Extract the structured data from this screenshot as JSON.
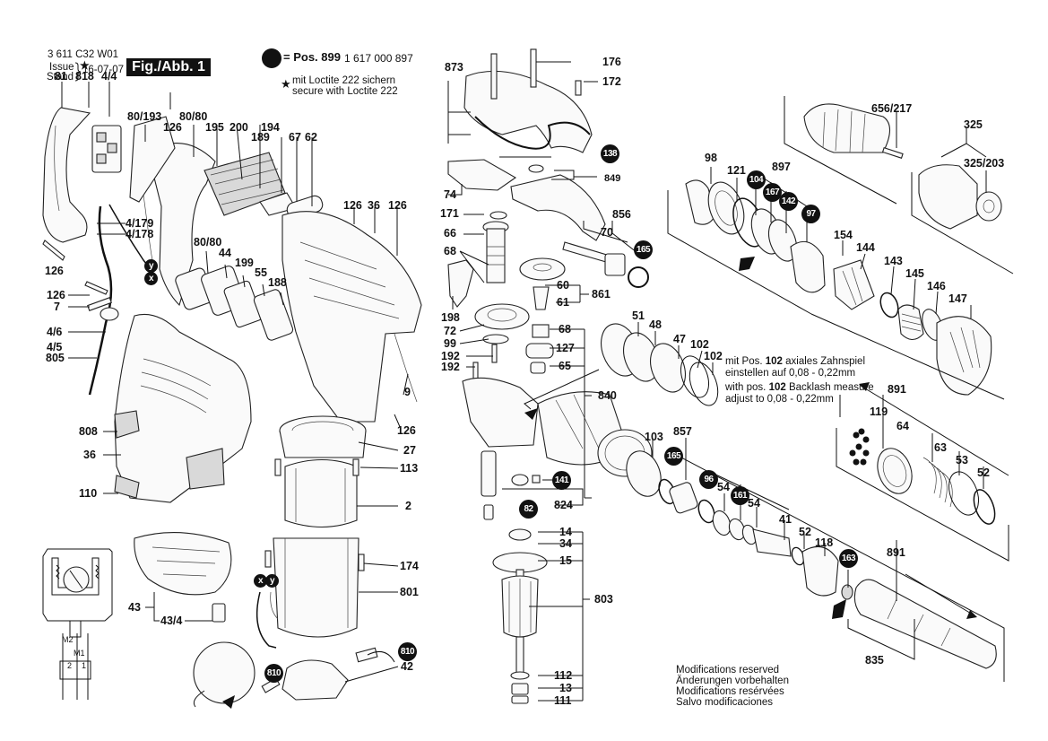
{
  "header": {
    "drawing_number": "3 611 C32 W01",
    "issue_label": "Issue",
    "stand_label": "Stand",
    "issue_date": "16-07-07",
    "figure_label": "Fig./Abb. 1",
    "pos899_symbol": "filled-circle",
    "pos899_label": "= Pos. 899",
    "pos899_partnumber": "1 617 000 897",
    "loctite_symbol": "★",
    "loctite_de": "mit Loctite 222 sichern",
    "loctite_en": "secure with Loctite 222"
  },
  "notes": {
    "backlash_de_prefix": "mit Pos.",
    "backlash_de_pos": "102",
    "backlash_de_suffix": "axiales Zahnspiel",
    "backlash_de_line2": "einstellen auf 0,08 - 0,22mm",
    "backlash_en_prefix": "with pos.",
    "backlash_en_pos": "102",
    "backlash_en_suffix": "Backlash measure",
    "backlash_en_line2": "adjust to 0,08 - 0,22mm",
    "modifications": [
      "Modifications reserved",
      "Änderungen vorbehalten",
      "Modifications resérvées",
      "Salvo modificaciones"
    ]
  },
  "wiring_diagram": {
    "terminal_labels": [
      "M2",
      "M1",
      "2",
      "1"
    ]
  },
  "callouts": [
    {
      "id": "81",
      "text": "81"
    },
    {
      "id": "818",
      "text": "818",
      "starred": true
    },
    {
      "id": "4-4",
      "text": "4/4"
    },
    {
      "id": "80-193",
      "text": "80/193"
    },
    {
      "id": "126a",
      "text": "126"
    },
    {
      "id": "80-80a",
      "text": "80/80"
    },
    {
      "id": "195",
      "text": "195"
    },
    {
      "id": "200",
      "text": "200"
    },
    {
      "id": "194",
      "text": "194"
    },
    {
      "id": "189",
      "text": "189"
    },
    {
      "id": "67",
      "text": "67"
    },
    {
      "id": "62",
      "text": "62"
    },
    {
      "id": "126b",
      "text": "126"
    },
    {
      "id": "36a",
      "text": "36"
    },
    {
      "id": "126c",
      "text": "126"
    },
    {
      "id": "4-179",
      "text": "4/179"
    },
    {
      "id": "4-178",
      "text": "4/178"
    },
    {
      "id": "80-80b",
      "text": "80/80"
    },
    {
      "id": "44",
      "text": "44"
    },
    {
      "id": "199",
      "text": "199"
    },
    {
      "id": "55",
      "text": "55"
    },
    {
      "id": "188",
      "text": "188"
    },
    {
      "id": "126d",
      "text": "126"
    },
    {
      "id": "126e",
      "text": "126"
    },
    {
      "id": "7",
      "text": "7"
    },
    {
      "id": "4-6",
      "text": "4/6"
    },
    {
      "id": "4-5",
      "text": "4/5"
    },
    {
      "id": "805",
      "text": "805"
    },
    {
      "id": "9",
      "text": "9"
    },
    {
      "id": "126f",
      "text": "126"
    },
    {
      "id": "808",
      "text": "808"
    },
    {
      "id": "36b",
      "text": "36"
    },
    {
      "id": "27",
      "text": "27"
    },
    {
      "id": "113",
      "text": "113"
    },
    {
      "id": "110",
      "text": "110"
    },
    {
      "id": "2",
      "text": "2"
    },
    {
      "id": "174",
      "text": "174"
    },
    {
      "id": "801",
      "text": "801"
    },
    {
      "id": "43",
      "text": "43"
    },
    {
      "id": "43-4",
      "text": "43/4"
    },
    {
      "id": "42",
      "text": "42"
    },
    {
      "id": "873",
      "text": "873"
    },
    {
      "id": "176",
      "text": "176"
    },
    {
      "id": "172",
      "text": "172"
    },
    {
      "id": "849",
      "text": "849"
    },
    {
      "id": "74",
      "text": "74"
    },
    {
      "id": "171",
      "text": "171"
    },
    {
      "id": "856",
      "text": "856"
    },
    {
      "id": "66",
      "text": "66"
    },
    {
      "id": "70",
      "text": "70"
    },
    {
      "id": "68a",
      "text": "68"
    },
    {
      "id": "60",
      "text": "60"
    },
    {
      "id": "861",
      "text": "861"
    },
    {
      "id": "61",
      "text": "61"
    },
    {
      "id": "198",
      "text": "198"
    },
    {
      "id": "72",
      "text": "72"
    },
    {
      "id": "68b",
      "text": "68"
    },
    {
      "id": "99",
      "text": "99"
    },
    {
      "id": "127",
      "text": "127"
    },
    {
      "id": "192a",
      "text": "192"
    },
    {
      "id": "192b",
      "text": "192"
    },
    {
      "id": "65",
      "text": "65"
    },
    {
      "id": "840",
      "text": "840"
    },
    {
      "id": "824",
      "text": "824"
    },
    {
      "id": "14",
      "text": "14"
    },
    {
      "id": "34",
      "text": "34"
    },
    {
      "id": "15",
      "text": "15"
    },
    {
      "id": "803",
      "text": "803"
    },
    {
      "id": "112",
      "text": "112"
    },
    {
      "id": "13",
      "text": "13"
    },
    {
      "id": "111",
      "text": "111"
    },
    {
      "id": "656-217",
      "text": "656/217"
    },
    {
      "id": "325",
      "text": "325"
    },
    {
      "id": "325-203",
      "text": "325/203"
    },
    {
      "id": "98",
      "text": "98"
    },
    {
      "id": "121",
      "text": "121"
    },
    {
      "id": "897",
      "text": "897"
    },
    {
      "id": "154",
      "text": "154"
    },
    {
      "id": "144",
      "text": "144"
    },
    {
      "id": "143",
      "text": "143"
    },
    {
      "id": "145",
      "text": "145"
    },
    {
      "id": "146",
      "text": "146"
    },
    {
      "id": "147",
      "text": "147"
    },
    {
      "id": "51",
      "text": "51"
    },
    {
      "id": "48",
      "text": "48"
    },
    {
      "id": "47",
      "text": "47"
    },
    {
      "id": "102a",
      "text": "102"
    },
    {
      "id": "102b",
      "text": "102"
    },
    {
      "id": "891a",
      "text": "891"
    },
    {
      "id": "119",
      "text": "119"
    },
    {
      "id": "64",
      "text": "64"
    },
    {
      "id": "63",
      "text": "63"
    },
    {
      "id": "53",
      "text": "53"
    },
    {
      "id": "52a",
      "text": "52"
    },
    {
      "id": "103",
      "text": "103"
    },
    {
      "id": "857",
      "text": "857"
    },
    {
      "id": "54a",
      "text": "54"
    },
    {
      "id": "54b",
      "text": "54"
    },
    {
      "id": "41",
      "text": "41"
    },
    {
      "id": "52b",
      "text": "52"
    },
    {
      "id": "118",
      "text": "118"
    },
    {
      "id": "891b",
      "text": "891"
    },
    {
      "id": "835",
      "text": "835"
    }
  ],
  "badges": [
    {
      "id": "b138",
      "text": "138"
    },
    {
      "id": "b165a",
      "text": "165"
    },
    {
      "id": "b141",
      "text": "141"
    },
    {
      "id": "b82",
      "text": "82"
    },
    {
      "id": "b104",
      "text": "104"
    },
    {
      "id": "b167",
      "text": "167"
    },
    {
      "id": "b142",
      "text": "142"
    },
    {
      "id": "b97",
      "text": "97"
    },
    {
      "id": "b165b",
      "text": "165"
    },
    {
      "id": "b96",
      "text": "96"
    },
    {
      "id": "b161",
      "text": "161"
    },
    {
      "id": "b163",
      "text": "163"
    },
    {
      "id": "b810a",
      "text": "810"
    },
    {
      "id": "b810b",
      "text": "810"
    },
    {
      "id": "y1",
      "text": "y"
    },
    {
      "id": "x1",
      "text": "x"
    },
    {
      "id": "x2",
      "text": "x"
    },
    {
      "id": "y2",
      "text": "y"
    }
  ]
}
